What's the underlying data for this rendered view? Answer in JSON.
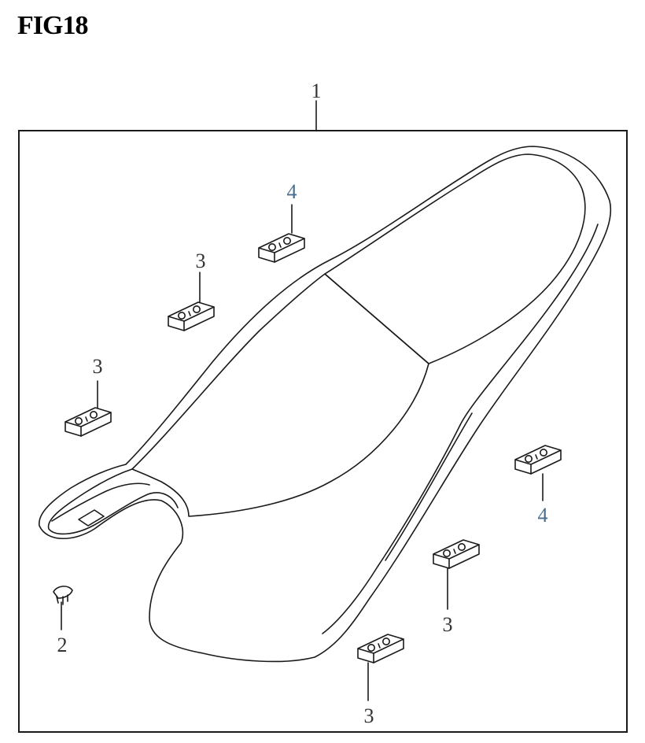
{
  "figure": {
    "title": "FIG18"
  },
  "callouts": {
    "seat": "1",
    "screw": "2",
    "clip_a": "3",
    "clip_b": "3",
    "clip_c": "3",
    "clip_d": "3",
    "clip_e": "4",
    "clip_f": "4"
  },
  "colors": {
    "line": "#1a1a1a",
    "label": "#333333",
    "label_accent": "#4a6e8f",
    "background": "#ffffff"
  }
}
